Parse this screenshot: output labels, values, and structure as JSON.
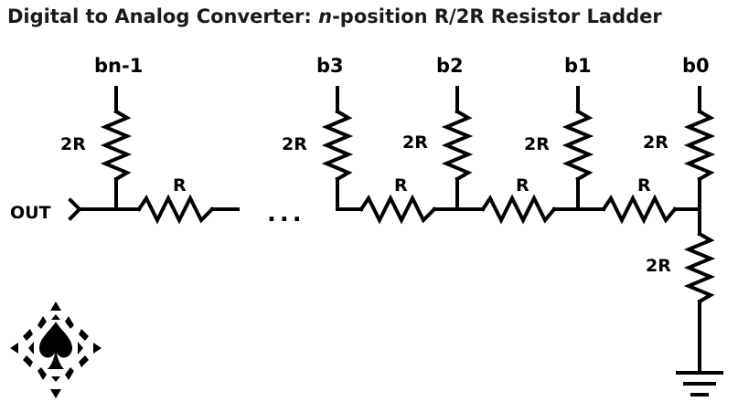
{
  "title": {
    "prefix": "Digital to Analog Converter: ",
    "italic": "n",
    "suffix": "-position R/2R Resistor Ladder"
  },
  "bits": {
    "bn1": "bn-1",
    "b3": "b3",
    "b2": "b2",
    "b1": "b1",
    "b0": "b0"
  },
  "labels": {
    "two_r": "2R",
    "r": "R",
    "out": "OUT",
    "ellipsis": "..."
  },
  "colors": {
    "wire": "#000000",
    "title": "#1a1a1a"
  },
  "logo": "spade-icon"
}
